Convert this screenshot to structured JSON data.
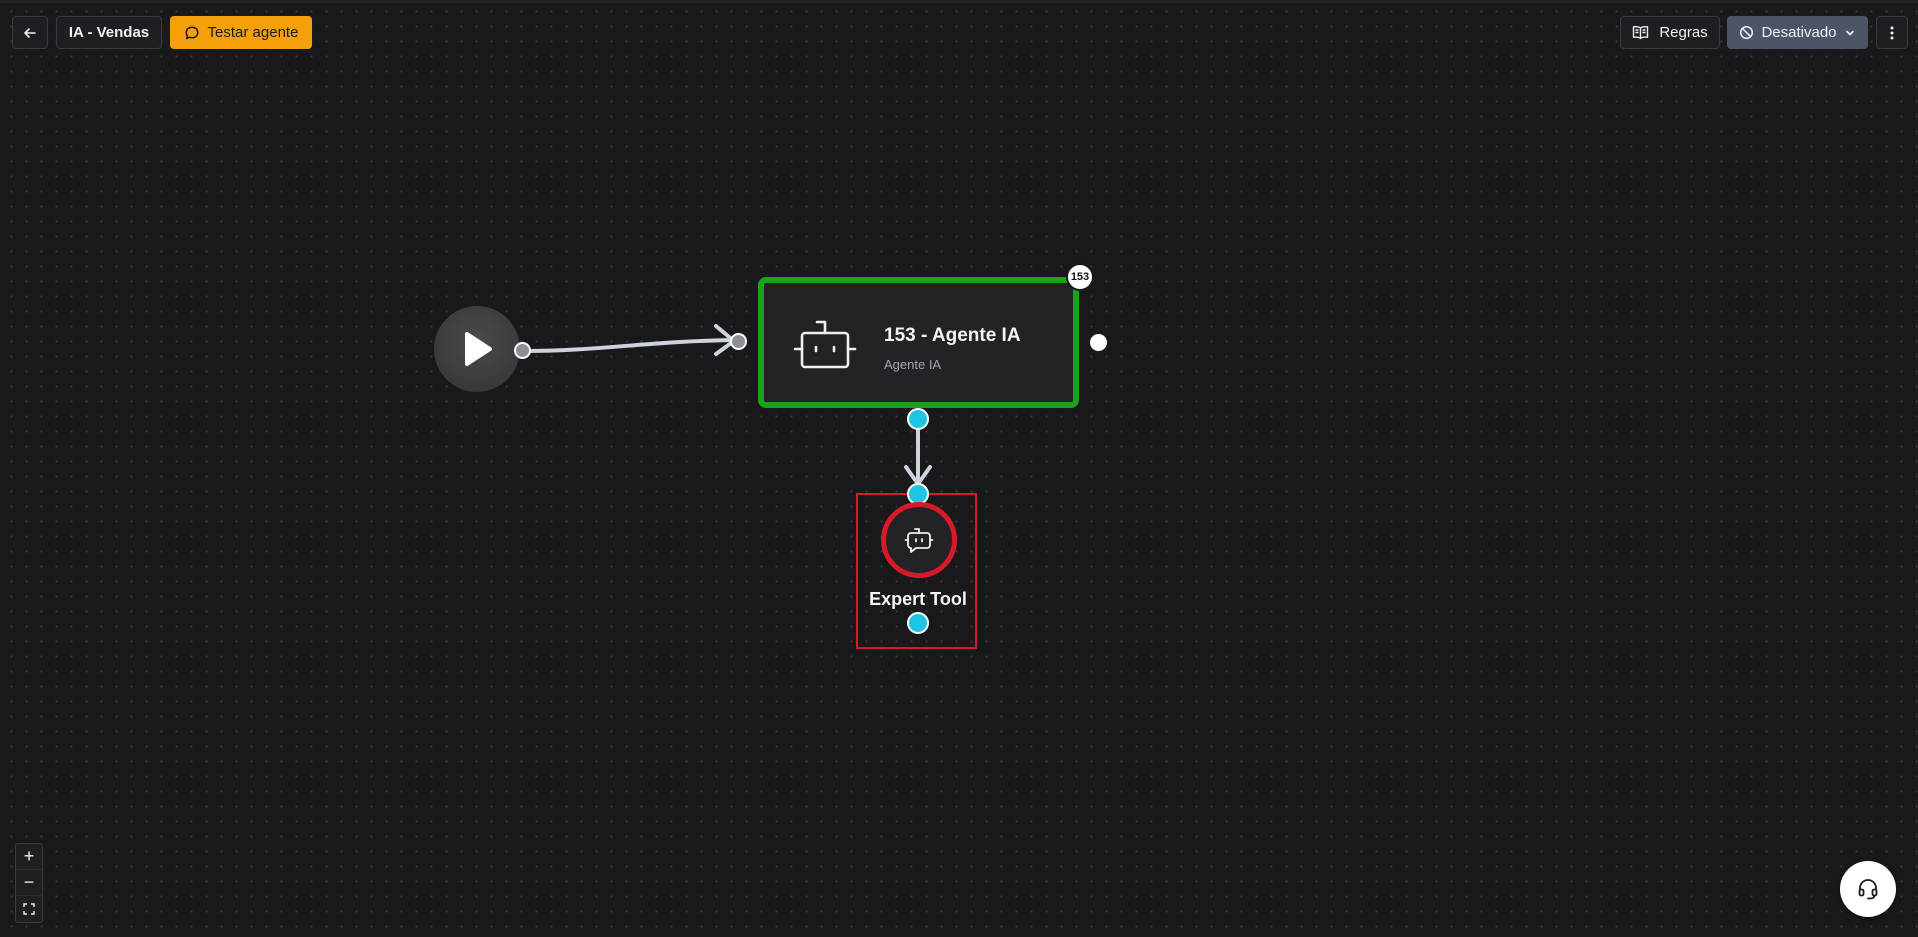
{
  "header": {
    "title": "IA - Vendas",
    "test_label": "Testar agente",
    "rules_label": "Regras",
    "status_label": "Desativado"
  },
  "icons": {
    "back": "arrow-left-icon",
    "test": "chat-bubble-icon",
    "rules": "book-open-icon",
    "status": "ban-icon",
    "status_menu": "chevron-down-icon",
    "more": "more-vertical-icon",
    "start": "play-icon",
    "agent": "robot-icon",
    "tool": "bot-message-icon",
    "help": "headset-icon"
  },
  "flow": {
    "agent_node": {
      "title": "153 - Agente IA",
      "subtitle": "Agente IA",
      "badge": "153",
      "border_color": "#19a319"
    },
    "tool_node": {
      "label": "Expert Tool",
      "highlight_color": "#d7192a"
    },
    "handle_color": "#1fc4e0"
  },
  "zoom_controls": {
    "zoom_in": "+",
    "zoom_out": "−"
  },
  "colors": {
    "accent": "#f59f0b",
    "status_bg": "#4b5566",
    "canvas_bg": "#19191c"
  }
}
